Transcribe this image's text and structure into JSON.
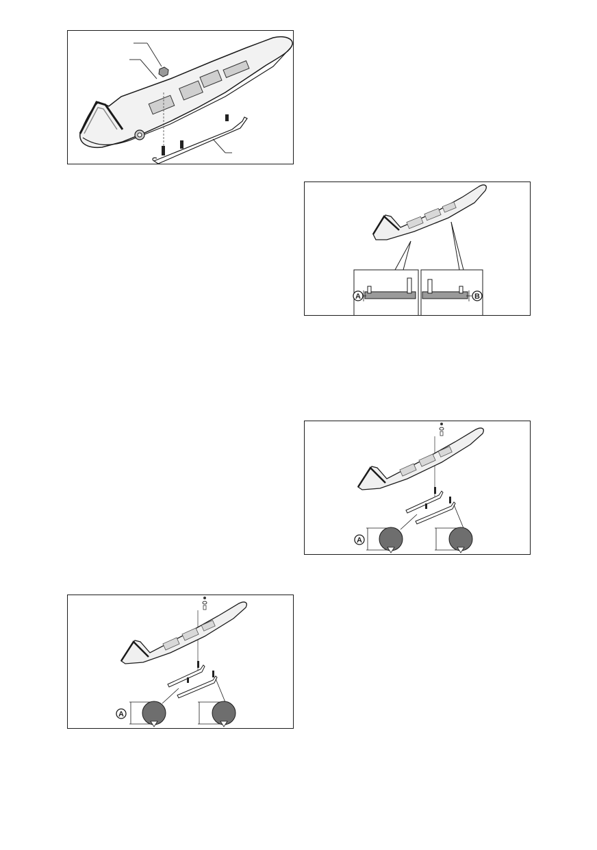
{
  "page": {
    "background": "#ffffff"
  },
  "figures": [
    {
      "id": "ski-exploded-view",
      "callouts": []
    },
    {
      "id": "ski-runner-wear-check",
      "callouts": [
        "A",
        "B"
      ]
    },
    {
      "id": "ski-runner-replacement-right",
      "callouts": [
        "A"
      ]
    },
    {
      "id": "ski-runner-replacement-left",
      "callouts": [
        "A"
      ]
    }
  ],
  "colors": {
    "line": "#1a1a1a",
    "ski_fill": "#f2f2f2",
    "ski_shade": "#cfcfcf",
    "profile_fill": "#6e6e6e"
  }
}
